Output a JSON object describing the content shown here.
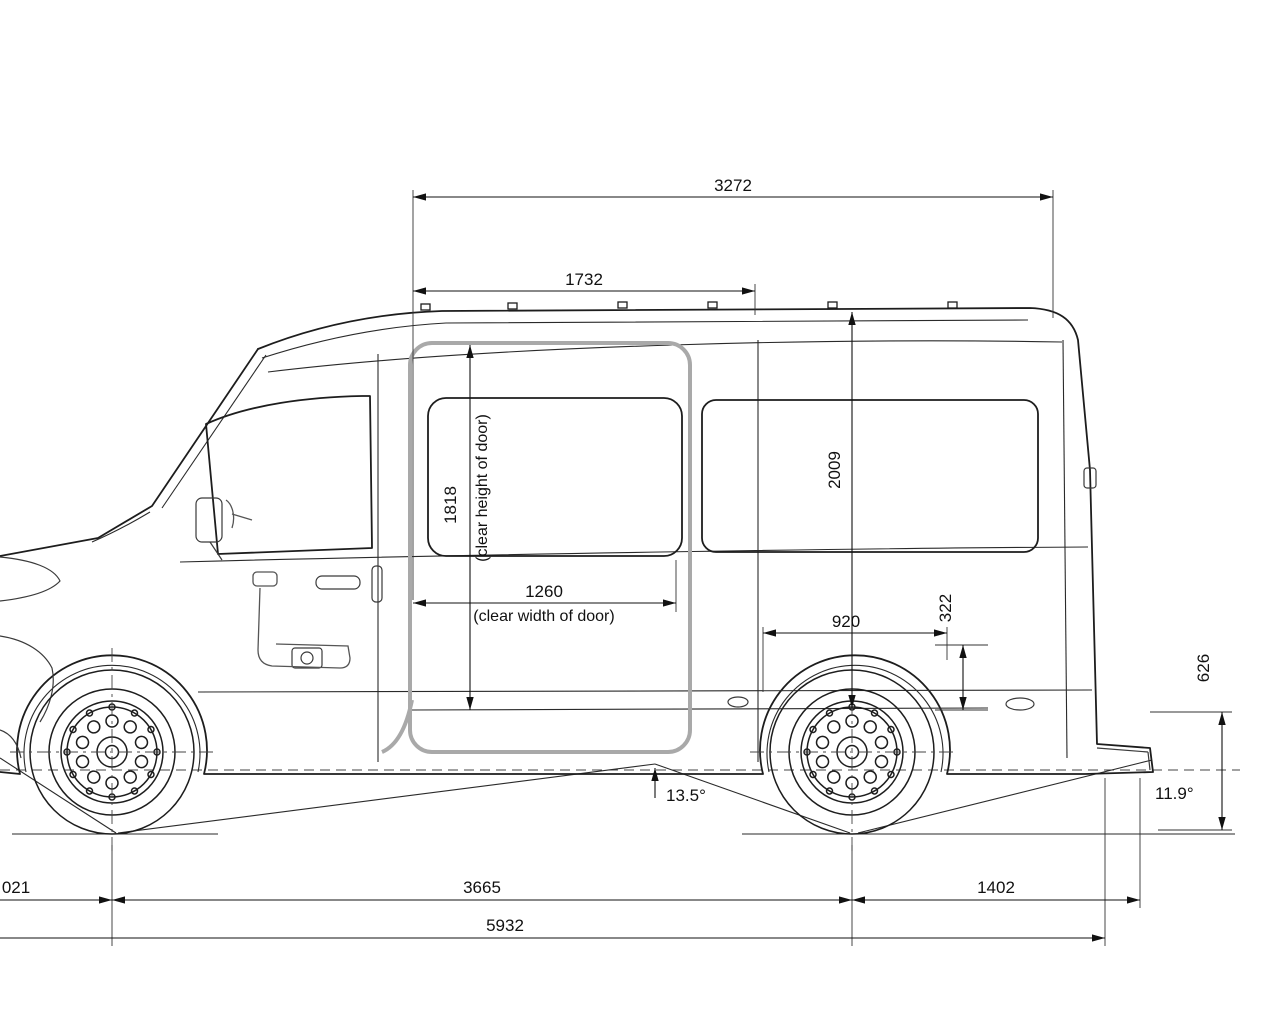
{
  "dims": {
    "upper_body_length": "3272",
    "roof_front_length": "1732",
    "door_clear_height": "1818",
    "door_clear_height_note": "(clear height of door)",
    "interior_height": "2009",
    "door_clear_width": "1260",
    "door_clear_width_note": "(clear width of door)",
    "wheel_housing_length": "920",
    "step_height": "322",
    "rear_frame_height": "626",
    "breakover_angle": "13.5°",
    "departure_angle": "11.9°",
    "front_overhang_partial": "021",
    "wheelbase": "3665",
    "rear_overhang": "1402",
    "overall_length": "5932"
  }
}
